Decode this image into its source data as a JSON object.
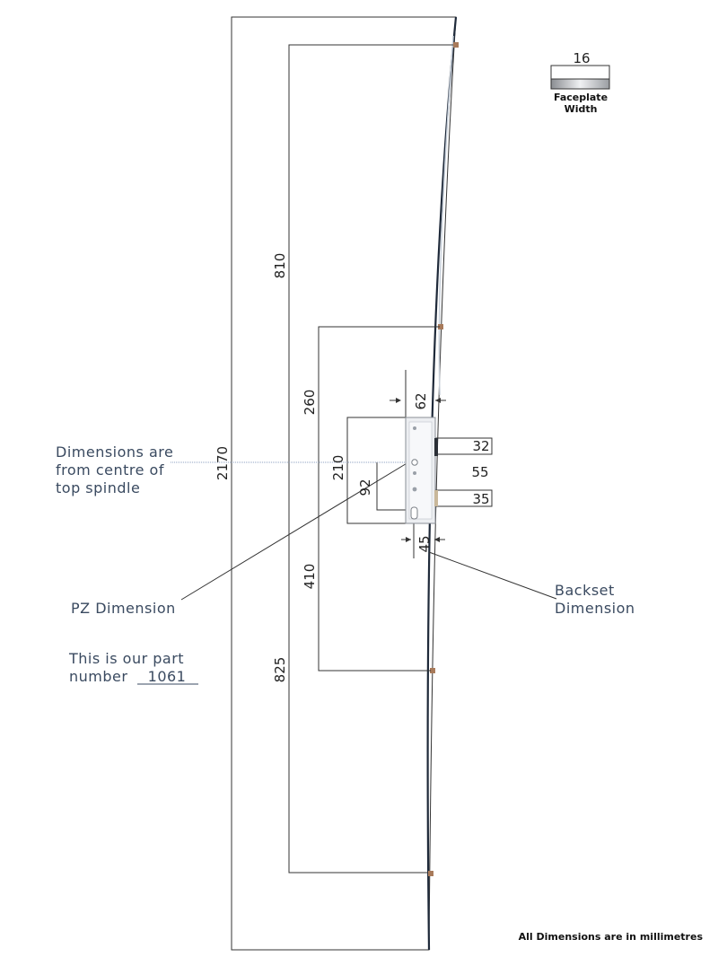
{
  "dimensions": {
    "overall_height": "2170",
    "top_hook_distance": "810",
    "upper_hook_distance": "260",
    "lower_hook_distance": "410",
    "bottom_hook_distance": "825",
    "gearbox_height": "210",
    "pz": "92",
    "backset": "45",
    "faceplate_offset": "62",
    "latch": "32",
    "latch_to_deadbolt": "55",
    "deadbolt": "35",
    "faceplate_width": "16"
  },
  "labels": {
    "faceplate_width_line1": "Faceplate",
    "faceplate_width_line2": "Width",
    "note_line1": "Dimensions are",
    "note_line2": "from centre of",
    "note_line3": "top spindle",
    "pz_label": "PZ Dimension",
    "backset_line1": "Backset",
    "backset_line2": "Dimension",
    "part_line1": "This is our part",
    "part_prefix": "number",
    "part_number": "1061",
    "units_note": "All Dimensions are in millimetres"
  },
  "colors": {
    "line": "#222222",
    "note_text": "#3a4a60",
    "faceplate": "#1f2a3a",
    "hook": "#a87a5a",
    "spindle_line": "#8ea0c0"
  }
}
